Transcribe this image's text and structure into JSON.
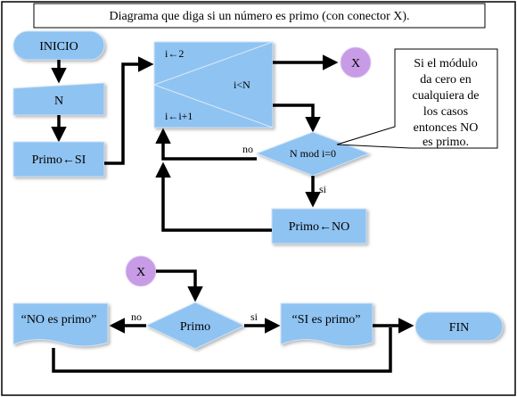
{
  "title": "Diagrama que diga si un número es primo (con conector X).",
  "nodes": {
    "inicio": "INICIO",
    "input_n": "N",
    "assign_primo_si": "Primo←SI",
    "loop_init": "i←2",
    "loop_cond": "i<N",
    "loop_inc": "i←i+1",
    "connector_x_top": "X",
    "decision_mod": "N mod i=0",
    "assign_primo_no": "Primo←NO",
    "connector_x_bottom": "X",
    "decision_primo": "Primo",
    "output_no": "“NO es primo”",
    "output_si": "“SI es primo”",
    "fin": "FIN"
  },
  "labels": {
    "mod_no": "no",
    "mod_si": "si",
    "primo_no": "no",
    "primo_si": "si"
  },
  "callout": {
    "lines": [
      "Si el módulo",
      "da cero en",
      "cualquiera  de",
      "los casos",
      "entonces NO",
      "es primo."
    ]
  },
  "colors": {
    "shape_fill": "#8fc3f2",
    "connector_fill": "#c79be6",
    "arrow": "#000000"
  }
}
